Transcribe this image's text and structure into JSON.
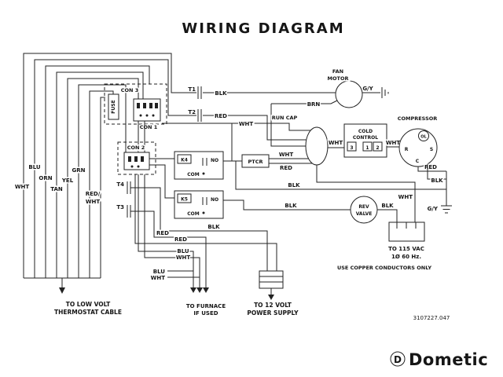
{
  "title": "WIRING DIAGRAM",
  "footer": {
    "part_number": "3107227.047",
    "brand": "Dometic",
    "logo_letter": "D"
  },
  "components": {
    "con3": "CON 3",
    "con1": "CON 1",
    "con2": "CON 2",
    "fuse": "FUSE",
    "t1": "T1",
    "t2": "T2",
    "t3": "T3",
    "t4": "T4",
    "k4": "K4",
    "k5": "K5",
    "no": "NO",
    "com": "COM",
    "ptcr": "PTCR",
    "run_cap": "RUN CAP",
    "fan_motor": {
      "line1": "FAN",
      "line2": "MOTOR"
    },
    "cold_control": {
      "line1": "COLD",
      "line2": "CONTROL",
      "term1": "3",
      "term2": "1",
      "term3": "2"
    },
    "compressor": {
      "label": "COMPRESSOR",
      "r": "R",
      "s": "S",
      "c": "C",
      "ol": "OL"
    },
    "rev_valve": {
      "line1": "REV",
      "line2": "VALVE"
    }
  },
  "wire_labels": {
    "blk_fan": "BLK",
    "red_t2": "RED",
    "wht_run_cap": "WHT",
    "brn": "BRN",
    "gy_fan": "G/Y",
    "wht_cap_out": "WHT",
    "wht_compressor": "WHT",
    "red_compressor": "RED",
    "blk_compressor": "BLK",
    "wht_ptcr": "WHT",
    "red_ptcr": "RED",
    "blk_bus": "BLK",
    "wht_vac": "WHT",
    "blk_rev_in": "BLK",
    "blk_rev_out": "BLK",
    "gy_vac": "G/Y",
    "blk_supply": "BLK",
    "red_furnace": "RED",
    "red_supply": "RED",
    "blu_furnace": "BLU",
    "wht_furnace": "WHT",
    "blu_lower": "BLU",
    "wht_lower": "WHT",
    "wht_bundle": "WHT",
    "blu_bundle": "BLU",
    "orn_bundle": "ORN",
    "tan_bundle": "TAN",
    "yel_bundle": "YEL",
    "grn_bundle": "GRN",
    "redwht_line1": "RED/",
    "redwht_line2": "WHT"
  },
  "callouts": {
    "thermostat_line1": "TO LOW VOLT",
    "thermostat_line2": "THERMOSTAT CABLE",
    "furnace_line1": "TO FURNACE",
    "furnace_line2": "IF USED",
    "supply_line1": "TO 12 VOLT",
    "supply_line2": "POWER SUPPLY",
    "vac_line1": "TO 115 VAC",
    "vac_line2": "1Ø 60 Hz.",
    "vac_line3": "USE COPPER CONDUCTORS ONLY"
  }
}
